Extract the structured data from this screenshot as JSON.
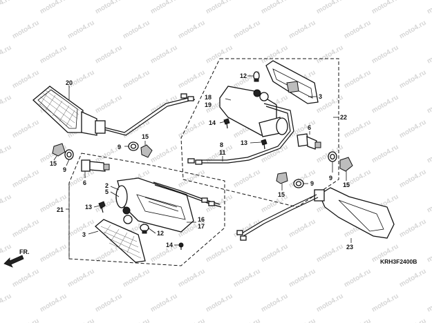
{
  "watermark": "moto4.ru",
  "diagram_code": "KRH3F2400B",
  "direction_label": "FR.",
  "callouts": {
    "c1": "20",
    "c2": "15",
    "c3": "9",
    "c4": "6",
    "c5": "9",
    "c6": "15",
    "c7": "21",
    "c8": "2",
    "c9": "5",
    "c10": "13",
    "c11": "3",
    "c12": "12",
    "c13": "14",
    "c14": "16",
    "c15": "17",
    "c16": "12",
    "c17": "3",
    "c18": "18",
    "c19": "19",
    "c20": "14",
    "c21": "8",
    "c22": "11",
    "c23": "13",
    "c24": "6",
    "c25": "22",
    "c26": "9",
    "c27": "15",
    "c28": "15",
    "c29": "9",
    "c30": "23"
  }
}
